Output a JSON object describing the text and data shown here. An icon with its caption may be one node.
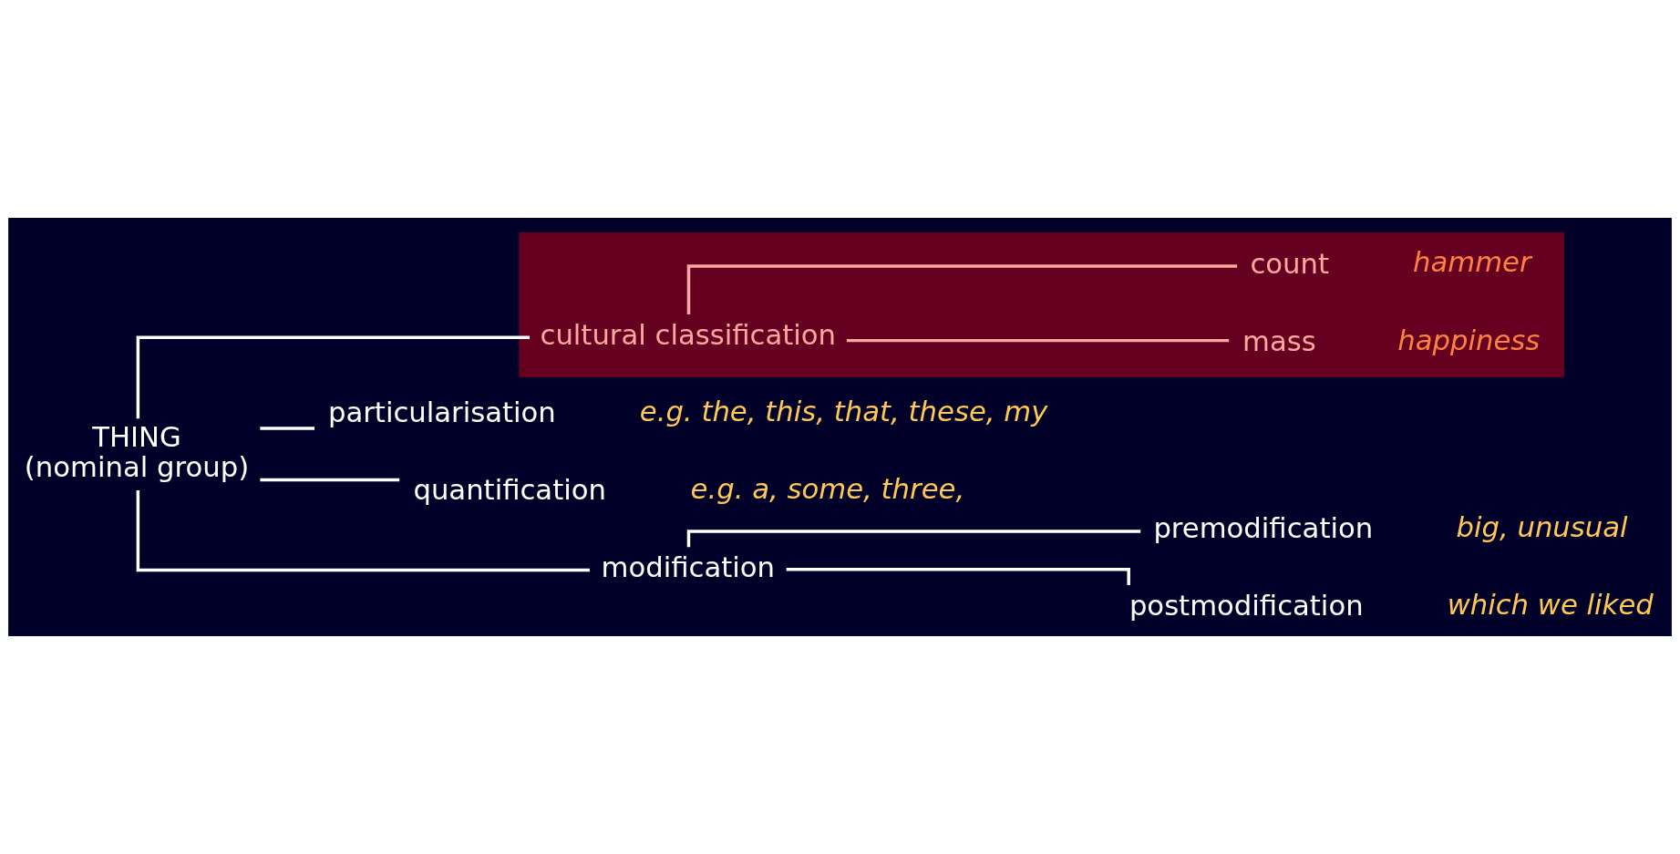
{
  "diagram": {
    "nodes": [
      {
        "text": [
          "THING",
          "(nominal group)"
        ]
      },
      {
        "text": [],
        "shape": "box"
      },
      {
        "text": [
          "cultural classification"
        ],
        "in": 1
      },
      {
        "text": [
          "mass"
        ],
        "in": 1,
        "beside": [
          "happiness"
        ]
      },
      {
        "text": [
          "count"
        ],
        "in": 1,
        "beside": [
          "hammer"
        ]
      },
      {
        "text": [
          "particularisation"
        ],
        "beside": [
          "e.g. the, this, that, these, my"
        ]
      },
      {
        "text": [
          "quantification"
        ],
        "beside": [
          "e.g. a, some, three,"
        ]
      },
      {
        "text": [
          "modification"
        ]
      },
      {
        "text": [
          "premodification"
        ],
        "beside": [
          "big, unusual"
        ]
      },
      {
        "text": [
          "postmodification"
        ],
        "beside": [
          "which we liked"
        ]
      }
    ],
    "edges": [
      {
        "from": 0,
        "to": 2,
        "arrow": "none"
      },
      {
        "from": 0,
        "to": 5,
        "arrow": "none"
      },
      {
        "from": 0,
        "to": 6,
        "arrow": "none"
      },
      {
        "from": 0,
        "to": 7,
        "arrow": "none"
      },
      {
        "from": 2,
        "to": 3,
        "arrow": "none",
        "color": "#ffa8a0"
      },
      {
        "from": 2,
        "to": 4,
        "arrow": "none",
        "color": "#ffa8a0"
      },
      {
        "from": 7,
        "to": 8,
        "arrow": "none"
      },
      {
        "from": 7,
        "to": 9,
        "arrow": "none"
      }
    ]
  }
}
